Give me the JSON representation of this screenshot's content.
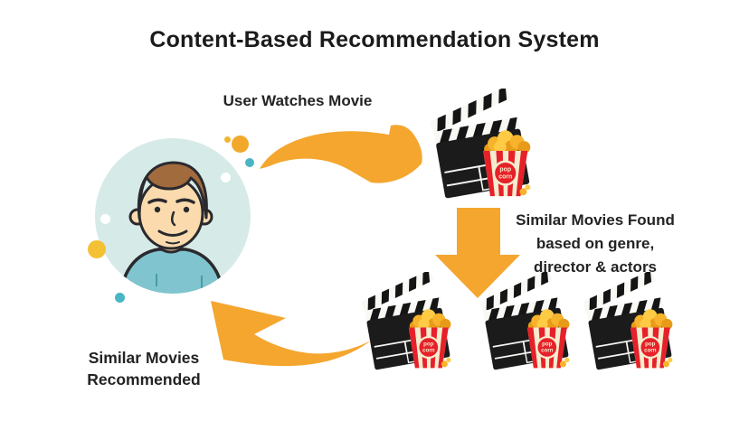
{
  "title": "Content-Based Recommendation System",
  "flow": {
    "step1_label": "User Watches Movie",
    "step2_line1": "Similar Movies Found",
    "step2_line2": "based on genre,",
    "step2_line3": "director & actors",
    "step3_line1": "Similar Movies",
    "step3_line2": "Recommended"
  },
  "icons": {
    "user": "user-avatar",
    "movie": "clapperboard-with-popcorn",
    "popcorn_label_line1": "pop",
    "popcorn_label_line2": "corn"
  },
  "colors": {
    "arrow_orange": "#f4a62f",
    "board_black": "#1b1b1b",
    "popcorn_red": "#e62129",
    "popcorn_cream": "#f4ecce",
    "popcorn_yellow": "#f7b32b",
    "avatar_bg": "#d6ebe8",
    "teal_dot": "#4ab5c4",
    "yellow_dot": "#f2a92b",
    "text_dark": "#1e1e1e"
  }
}
